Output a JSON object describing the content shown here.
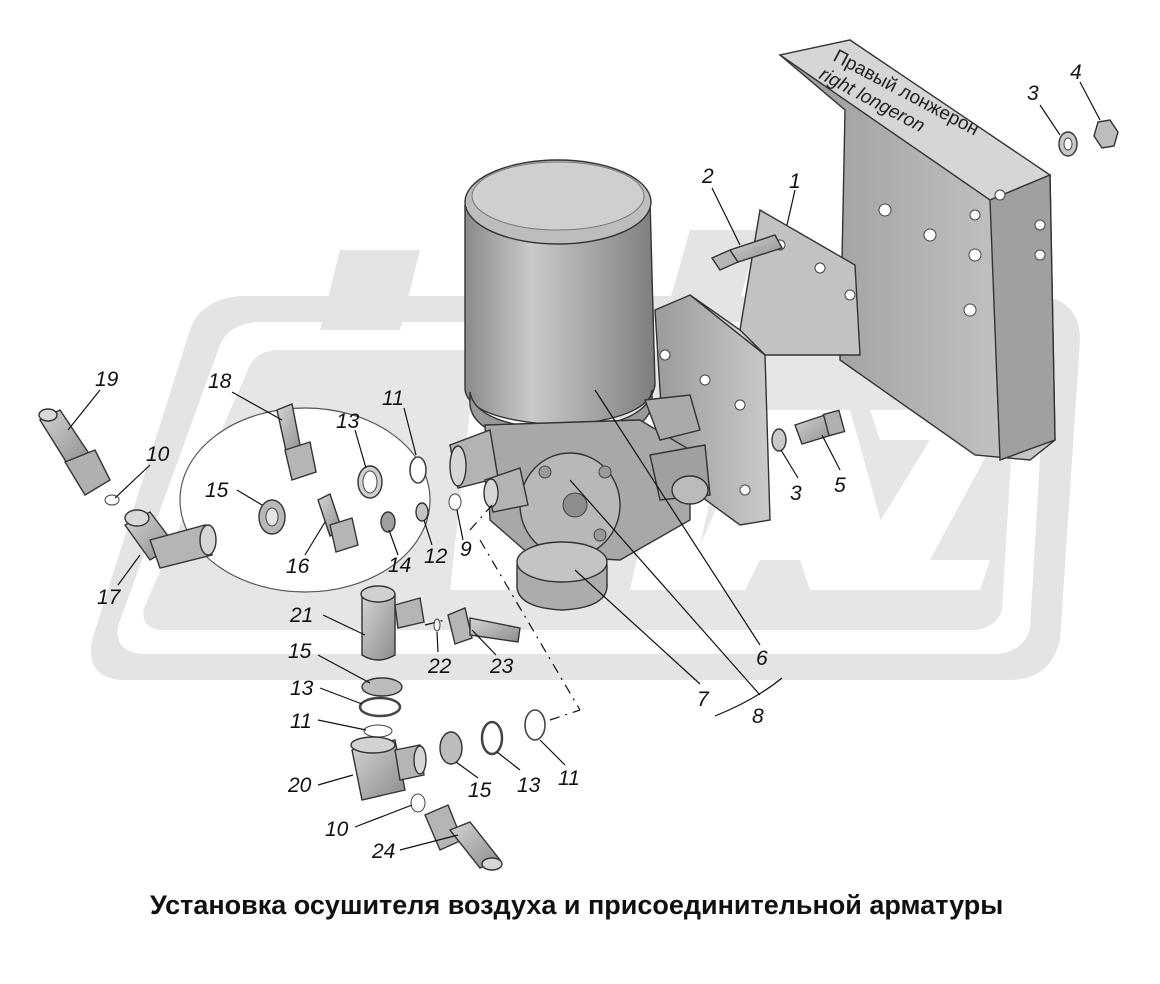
{
  "caption": "Установка осушителя воздуха и присоединительной арматуры",
  "longeron_label_ru": "Правый лонжерон",
  "longeron_label_en": "right longeron",
  "watermark_text": "MAZ",
  "colors": {
    "part_fill": "#a9a9a9",
    "part_light": "#cfcfcf",
    "part_dark": "#7a7a7a",
    "watermark": "#e2e2e2",
    "background": "#ffffff"
  },
  "callouts": [
    {
      "id": "c1",
      "label": "1"
    },
    {
      "id": "c2",
      "label": "2"
    },
    {
      "id": "c3a",
      "label": "3"
    },
    {
      "id": "c3b",
      "label": "3"
    },
    {
      "id": "c4",
      "label": "4"
    },
    {
      "id": "c5",
      "label": "5"
    },
    {
      "id": "c6",
      "label": "6"
    },
    {
      "id": "c7",
      "label": "7"
    },
    {
      "id": "c8",
      "label": "8"
    },
    {
      "id": "c9",
      "label": "9"
    },
    {
      "id": "c10a",
      "label": "10"
    },
    {
      "id": "c10b",
      "label": "10"
    },
    {
      "id": "c11a",
      "label": "11"
    },
    {
      "id": "c11b",
      "label": "11"
    },
    {
      "id": "c11c",
      "label": "11"
    },
    {
      "id": "c12",
      "label": "12"
    },
    {
      "id": "c13a",
      "label": "13"
    },
    {
      "id": "c13b",
      "label": "13"
    },
    {
      "id": "c13c",
      "label": "13"
    },
    {
      "id": "c14",
      "label": "14"
    },
    {
      "id": "c15a",
      "label": "15"
    },
    {
      "id": "c15b",
      "label": "15"
    },
    {
      "id": "c15c",
      "label": "15"
    },
    {
      "id": "c16",
      "label": "16"
    },
    {
      "id": "c17",
      "label": "17"
    },
    {
      "id": "c18",
      "label": "18"
    },
    {
      "id": "c19",
      "label": "19"
    },
    {
      "id": "c20",
      "label": "20"
    },
    {
      "id": "c21",
      "label": "21"
    },
    {
      "id": "c22",
      "label": "22"
    },
    {
      "id": "c23",
      "label": "23"
    },
    {
      "id": "c24",
      "label": "24"
    }
  ]
}
